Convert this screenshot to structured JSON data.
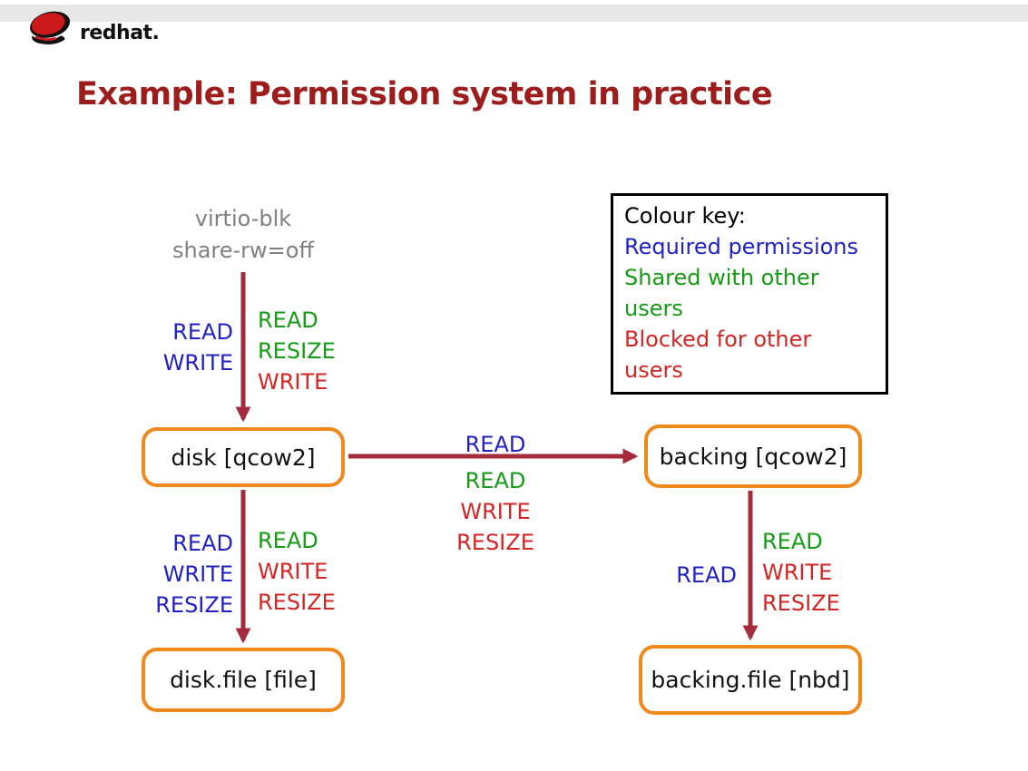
{
  "colors": {
    "title": "#9d1c1c",
    "arrow": "#a32b3c",
    "node-border": "#f0891c",
    "required": "#2121c4",
    "shared": "#149c14",
    "blocked": "#d42525",
    "muted": "#808080"
  },
  "header": {
    "brand_red": "red",
    "brand_hat": "hat."
  },
  "title": "Example: Permission system in practice",
  "legend": {
    "title": "Colour key:",
    "items": [
      {
        "label": "Required permissions",
        "kind": "required"
      },
      {
        "label": "Shared with other users",
        "kind": "shared"
      },
      {
        "label": "Blocked for other users",
        "kind": "blocked"
      }
    ]
  },
  "source": {
    "line1": "virtio-blk",
    "line2": "share-rw=off"
  },
  "nodes": {
    "disk": "disk [qcow2]",
    "backing": "backing [qcow2]",
    "disk_file": "disk.file [file]",
    "backing_file": "backing.file [nbd]"
  },
  "edges": {
    "virtio_to_disk": {
      "required": [
        "READ",
        "WRITE"
      ],
      "others": [
        {
          "text": "READ",
          "kind": "shared"
        },
        {
          "text": "RESIZE",
          "kind": "shared"
        },
        {
          "text": "WRITE",
          "kind": "blocked"
        }
      ]
    },
    "disk_to_backing": {
      "required": [
        "READ"
      ],
      "others": [
        {
          "text": "READ",
          "kind": "shared"
        },
        {
          "text": "WRITE",
          "kind": "blocked"
        },
        {
          "text": "RESIZE",
          "kind": "blocked"
        }
      ]
    },
    "disk_to_disk_file": {
      "required": [
        "READ",
        "WRITE",
        "RESIZE"
      ],
      "others": [
        {
          "text": "READ",
          "kind": "shared"
        },
        {
          "text": "WRITE",
          "kind": "blocked"
        },
        {
          "text": "RESIZE",
          "kind": "blocked"
        }
      ]
    },
    "backing_to_backing_file": {
      "required": [
        "READ"
      ],
      "others": [
        {
          "text": "READ",
          "kind": "shared"
        },
        {
          "text": "WRITE",
          "kind": "blocked"
        },
        {
          "text": "RESIZE",
          "kind": "blocked"
        }
      ]
    }
  }
}
